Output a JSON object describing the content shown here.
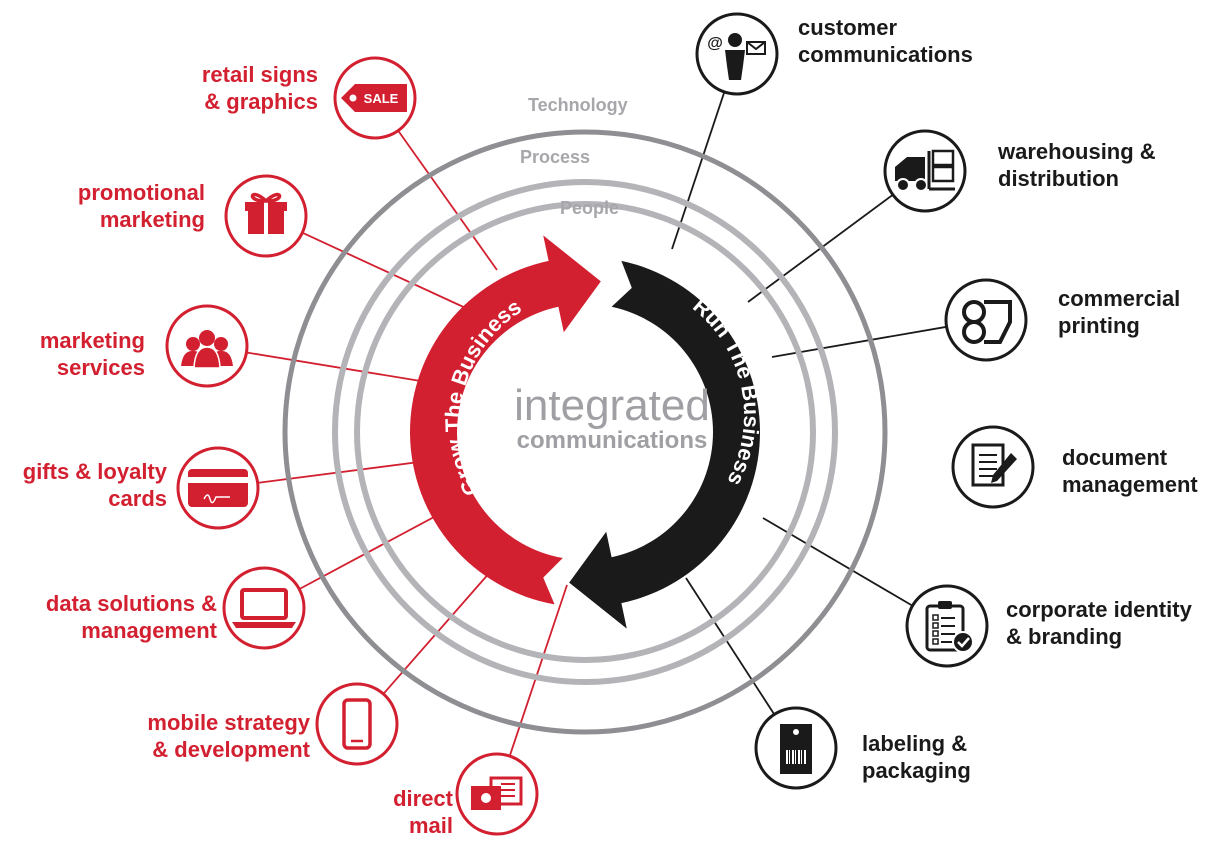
{
  "colors": {
    "red": "#d32030",
    "dark": "#1a1a1a",
    "ring": "#a7a7ab",
    "ring_outer": "#8e8e93"
  },
  "rings": {
    "outer": "Technology",
    "middle": "Process",
    "inner": "People"
  },
  "center": {
    "line1": "integrated",
    "line2": "communications"
  },
  "arrows": {
    "left": "Grow The Business",
    "right": "Run The Business"
  },
  "left_items": [
    {
      "lines": [
        "retail signs",
        "& graphics"
      ],
      "icon": "sale-tag-icon"
    },
    {
      "lines": [
        "promotional",
        "marketing"
      ],
      "icon": "gift-box-icon"
    },
    {
      "lines": [
        "marketing",
        "services"
      ],
      "icon": "people-group-icon"
    },
    {
      "lines": [
        "gifts & loyalty",
        "cards"
      ],
      "icon": "credit-card-icon"
    },
    {
      "lines": [
        "data solutions &",
        "management"
      ],
      "icon": "laptop-icon"
    },
    {
      "lines": [
        "mobile strategy",
        "& development"
      ],
      "icon": "smartphone-icon"
    },
    {
      "lines": [
        "direct",
        "mail"
      ],
      "icon": "postcard-icon"
    }
  ],
  "right_items": [
    {
      "lines": [
        "customer",
        "communications"
      ],
      "icon": "businessman-email-icon"
    },
    {
      "lines": [
        "warehousing &",
        "distribution"
      ],
      "icon": "forklift-icon"
    },
    {
      "lines": [
        "commercial",
        "printing"
      ],
      "icon": "printing-rollers-icon"
    },
    {
      "lines": [
        "document",
        "management"
      ],
      "icon": "document-pen-icon"
    },
    {
      "lines": [
        "corporate identity",
        "& branding"
      ],
      "icon": "clipboard-check-icon"
    },
    {
      "lines": [
        "labeling &",
        "packaging"
      ],
      "icon": "barcode-package-icon"
    }
  ]
}
